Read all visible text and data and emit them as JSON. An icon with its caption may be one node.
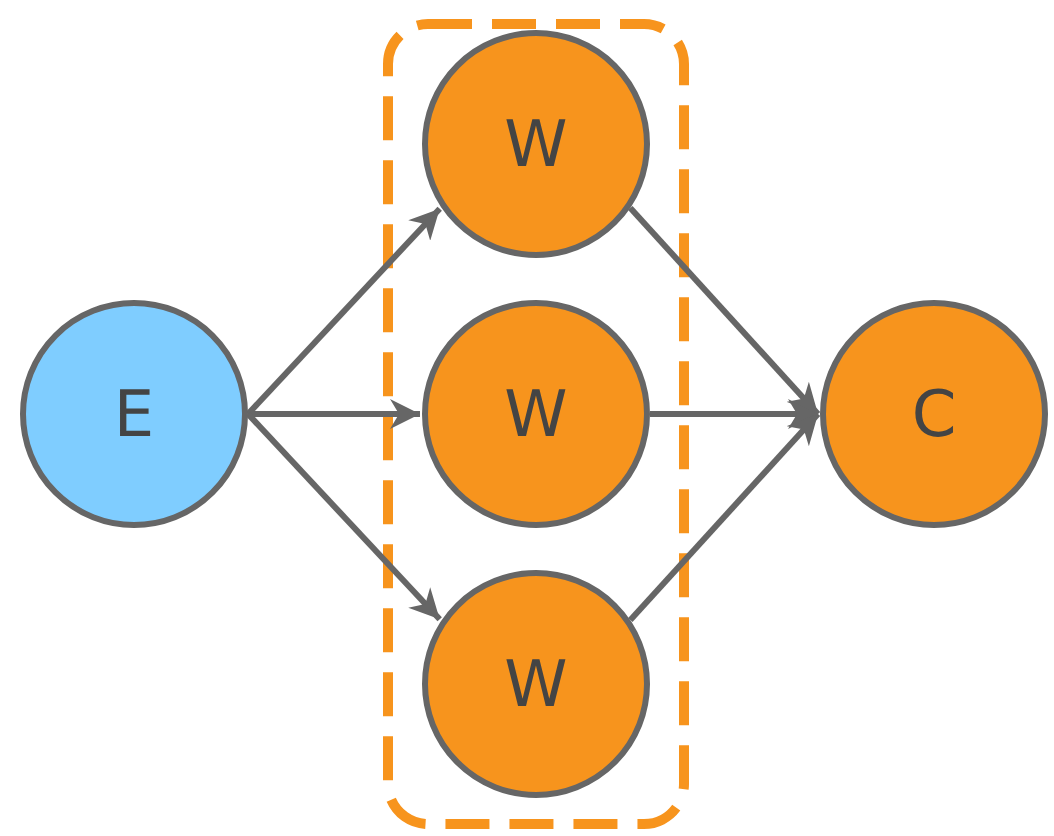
{
  "diagram": {
    "nodes": [
      {
        "text": [
          "E"
        ]
      },
      {
        "text": [
          "W"
        ]
      },
      {
        "text": [
          "W"
        ]
      },
      {
        "text": [
          "W"
        ]
      },
      {
        "text": [
          "C"
        ]
      }
    ],
    "edges": [
      {
        "from": 0,
        "to": 1,
        "arrow": "to"
      },
      {
        "from": 0,
        "to": 2,
        "arrow": "to"
      },
      {
        "from": 0,
        "to": 3,
        "arrow": "to"
      },
      {
        "from": 1,
        "to": 4,
        "arrow": "to"
      },
      {
        "from": 2,
        "to": 4,
        "arrow": "to"
      },
      {
        "from": 3,
        "to": 4,
        "arrow": "to"
      }
    ]
  }
}
